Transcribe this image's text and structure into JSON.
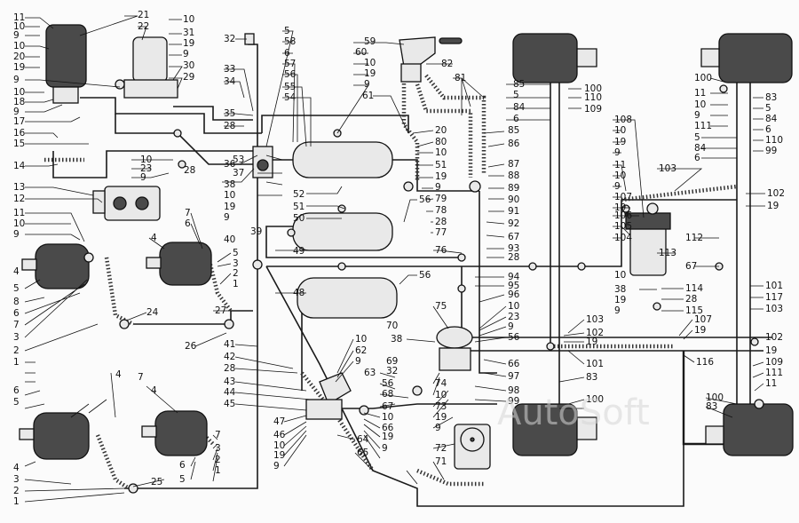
{
  "watermark": "AutoSoft",
  "labels": {
    "c11a": "11",
    "c10a": "10",
    "c9a": "9",
    "c21": "21",
    "c22": "22",
    "c10b": "10",
    "c31": "31",
    "c19a": "19",
    "c9b": "9",
    "c30": "30",
    "c29": "29",
    "c10c": "10",
    "c20": "20",
    "c19b": "19",
    "c9c": "9",
    "c10d": "10",
    "c18": "18",
    "c9d": "9",
    "c17": "17",
    "c16": "16",
    "c15": "15",
    "c14": "14",
    "c13": "13",
    "c12": "12",
    "c32": "32",
    "c33": "33",
    "c34": "34",
    "c35": "35",
    "c28a": "28",
    "c36": "36",
    "c28b": "28",
    "c10e": "10",
    "c23a": "23",
    "c9e": "9",
    "c5a": "5",
    "c58": "58",
    "c6a": "6",
    "c57": "57",
    "c56a": "56",
    "c55": "55",
    "c54": "54",
    "c53": "53",
    "c37": "37",
    "c38a": "38",
    "c10f": "10",
    "c19c": "19",
    "c9f": "9",
    "c39": "39",
    "c40": "40",
    "c60": "60",
    "c10g": "10",
    "c19d": "19",
    "c9g": "9",
    "c61": "61",
    "c59": "59",
    "c82": "82",
    "c81": "81",
    "c20b": "20",
    "c80": "80",
    "c10h": "10",
    "c51": "51",
    "c19e": "19",
    "c9h": "9",
    "c79": "79",
    "c78": "78",
    "c28c": "28",
    "c77": "77",
    "c52": "52",
    "c51b": "51",
    "c50": "50",
    "c56b": "56",
    "c49": "49",
    "c76": "76",
    "c56c": "56",
    "c48": "48",
    "c85a": "85",
    "c5b": "5",
    "c84a": "84",
    "c6b": "6",
    "c100a": "100",
    "c110a": "110",
    "c109a": "109",
    "c85b": "85",
    "c86": "86",
    "c87": "87",
    "c88": "88",
    "c89": "89",
    "c90": "90",
    "c91": "91",
    "c92": "92",
    "c67a": "67",
    "c93": "93",
    "c28d": "28",
    "c94": "94",
    "c95": "95",
    "c96": "96",
    "c108": "108",
    "c10i": "10",
    "c19f": "19",
    "c9i": "9",
    "c11b": "11",
    "c10j": "10",
    "c9j": "9",
    "c107a": "107",
    "c19g": "19",
    "c106": "106",
    "c105": "105",
    "c104": "104",
    "c103a": "103",
    "c113": "113",
    "c10k": "10",
    "c38b": "38",
    "c19h": "19",
    "c9k": "9",
    "c100b": "100",
    "c11c": "11",
    "c10l": "10",
    "c9l": "9",
    "c111a": "111",
    "c5c": "5",
    "c84b": "84",
    "c6c": "6",
    "c83a": "83",
    "c5d": "5",
    "c84c": "84",
    "c6d": "6",
    "c110b": "110",
    "c99a": "99",
    "c102a": "102",
    "c19i": "19",
    "c112": "112",
    "c67b": "67",
    "c114": "114",
    "c28e": "28",
    "c115": "115",
    "c101a": "101",
    "c117": "117",
    "c103b": "103",
    "c107b": "107",
    "c19j": "19",
    "c102b": "102",
    "c19k": "19",
    "c103c": "103",
    "c102c": "102",
    "c19l": "19",
    "c116": "116",
    "c109b": "109",
    "c111b": "111",
    "c11d": "11",
    "c100c": "100",
    "c83b": "83",
    "c11e": "11",
    "c10m": "10",
    "c9m": "9",
    "c4a": "4",
    "c5e": "5",
    "c8": "8",
    "c6e": "6",
    "c7a": "7",
    "c3a": "3",
    "c2a": "2",
    "c1a": "1",
    "c24": "24",
    "c26": "26",
    "c27": "27",
    "c4b": "4",
    "c7b": "7",
    "c6f": "6",
    "c5f": "5",
    "c3b": "3",
    "c2b": "2",
    "c1b": "1",
    "c41": "41",
    "c42": "42",
    "c28f": "28",
    "c43": "43",
    "c44": "44",
    "c45": "45",
    "c47": "47",
    "c46": "46",
    "c10n": "10",
    "c19m": "19",
    "c9n": "9",
    "c64": "64",
    "c65": "65",
    "c10o": "10",
    "c62": "62",
    "c9o": "9",
    "c63": "63",
    "c69": "69",
    "c32b": "32",
    "c56d": "56",
    "c68": "68",
    "c67c": "67",
    "c10p": "10",
    "c66a": "66",
    "c19n": "19",
    "c9p": "9",
    "c70": "70",
    "c75": "75",
    "c10q": "10",
    "c23b": "23",
    "c9q": "9",
    "c38c": "38",
    "c56e": "56",
    "c74": "74",
    "c10r": "10",
    "c73": "73",
    "c19o": "19",
    "c9r": "9",
    "c72": "72",
    "c71": "71",
    "c66b": "66",
    "c97": "97",
    "c98": "98",
    "c99b": "99",
    "c101b": "101",
    "c83c": "83",
    "c100d": "100",
    "c7c": "7",
    "c4c": "4",
    "c6g": "6",
    "c5g": "5",
    "c4d": "4",
    "c3c": "3",
    "c2c": "2",
    "c1c": "1",
    "c25": "25",
    "c7d": "7",
    "c3d": "3",
    "c2d": "2",
    "c1d": "1",
    "c6h": "6",
    "c5h": "5",
    "c4e": "4"
  }
}
